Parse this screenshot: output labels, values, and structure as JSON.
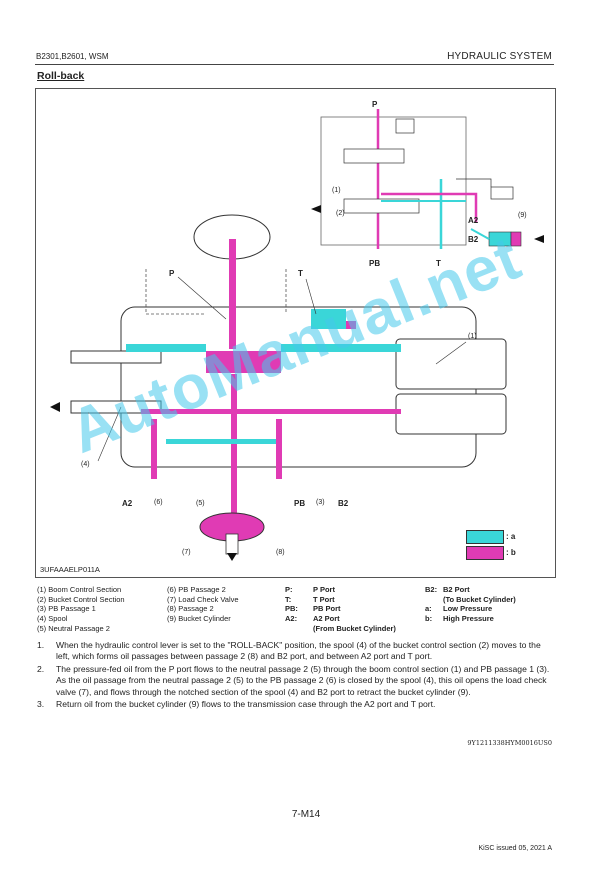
{
  "header": {
    "models": "B2301,B2601, WSM",
    "section": "HYDRAULIC SYSTEM"
  },
  "title": "Roll-back",
  "figure": {
    "code": "3UFAAAELP011A",
    "ports": {
      "p_top": "P",
      "pb_top": "PB",
      "t_top": "T",
      "a2_top": "A2",
      "b2_top": "B2",
      "p_main": "P",
      "t_main": "T",
      "pb_main": "PB",
      "a2_main": "A2",
      "b2_main": "B2"
    },
    "callouts": [
      "(1)",
      "(2)",
      "(9)",
      "(1)",
      "(4)",
      "(6)",
      "(5)",
      "(3)",
      "(7)",
      "(8)"
    ],
    "legend": [
      {
        "key": ": a",
        "color": "#3ad6d8"
      },
      {
        "key": ": b",
        "color": "#e03bb4"
      }
    ],
    "colors": {
      "pressure": "#e03bb4",
      "return": "#3ad6d8",
      "body": "#ffffff",
      "line": "#333333"
    }
  },
  "watermark": "AutoManual.net",
  "legend_list": {
    "col1": [
      "(1)  Boom Control Section",
      "(2)  Bucket Control Section",
      "(3)  PB Passage 1",
      "(4)  Spool",
      "(5)  Neutral Passage 2"
    ],
    "col2": [
      "(6)  PB Passage 2",
      "(7)  Load Check Valve",
      "(8)  Passage 2",
      "(9)  Bucket Cylinder"
    ],
    "col3": [
      "P:",
      "T:",
      "PB:",
      "A2:",
      ""
    ],
    "col3b": [
      "P Port",
      "T Port",
      "PB Port",
      "A2 Port",
      "(From Bucket Cylinder)"
    ],
    "col4": [
      "B2:",
      "",
      "a:",
      "b:"
    ],
    "col4b": [
      "B2 Port",
      "(To Bucket Cylinder)",
      "Low Pressure",
      "High Pressure"
    ]
  },
  "steps": [
    {
      "num": "1.",
      "text": "When the hydraulic control lever is set to the \"ROLL-BACK\" position, the spool (4) of the bucket control section (2) moves to the left, which forms oil passages between passage 2 (8) and B2 port, and between A2 port and T port."
    },
    {
      "num": "2.",
      "text": "The pressure-fed oil from the P port flows to the neutral passage 2 (5) through the boom control section (1) and PB passage 1 (3). As the oil passage from the neutral passage 2 (5) to the PB passage 2 (6) is closed by the spool (4), this oil opens the load check valve (7), and flows through the notched section of the spool (4) and B2 port to retract the bucket cylinder (9)."
    },
    {
      "num": "3.",
      "text": "Return oil from the bucket cylinder (9) flows to the transmission case through the A2 port and T port."
    }
  ],
  "doc_id": "9Y1211338HYM0016US0",
  "page_number": "7-M14",
  "footer": "KiSC issued 05, 2021 A"
}
